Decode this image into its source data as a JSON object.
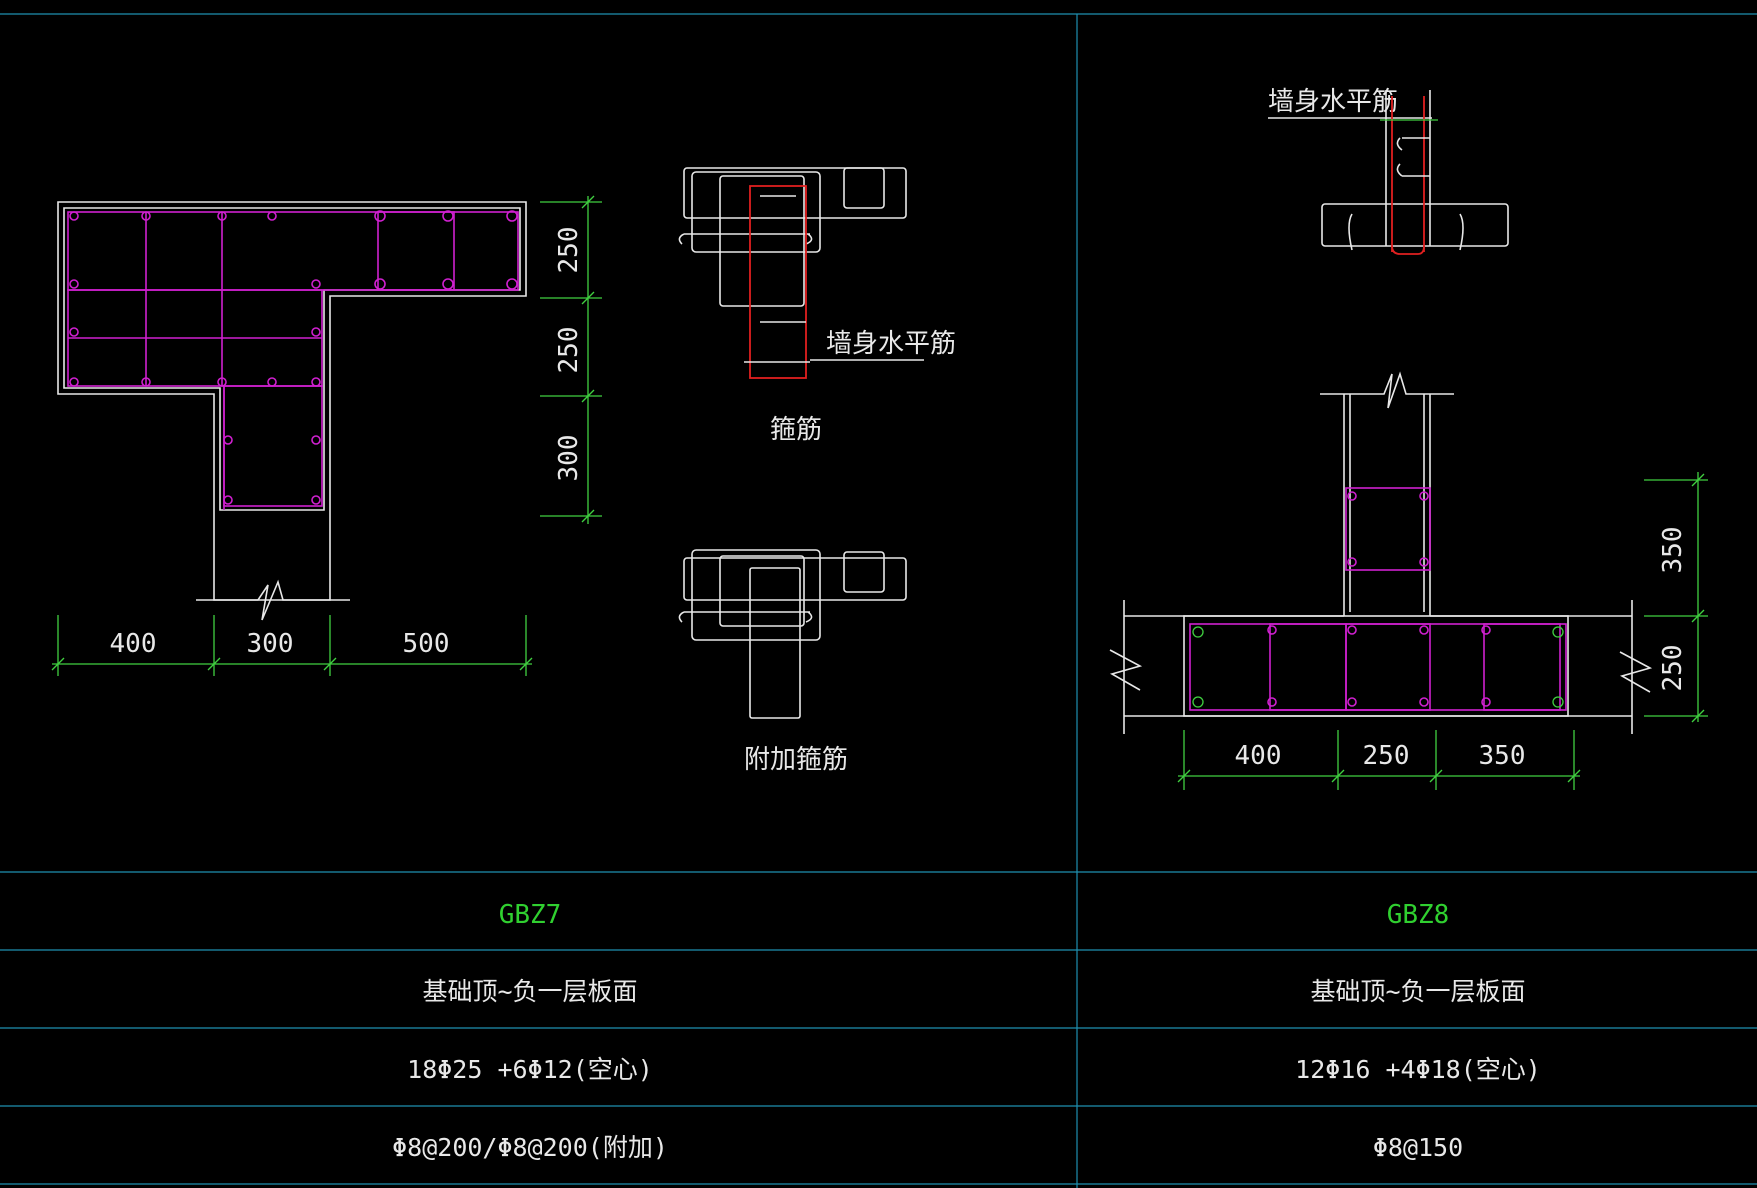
{
  "gbz7": {
    "name": "GBZ7",
    "elevation": "基础顶~负一层板面",
    "longitudinal": "18Φ25 +6Φ12(空心)",
    "stirrup": "Φ8@200/Φ8@200(附加)",
    "dims_h": [
      "400",
      "300",
      "500"
    ],
    "dims_v": [
      "250",
      "250",
      "300"
    ]
  },
  "gbz8": {
    "name": "GBZ8",
    "elevation": "基础顶~负一层板面",
    "longitudinal": "12Φ16 +4Φ18(空心)",
    "stirrup": "Φ8@150",
    "dims_h": [
      "400",
      "250",
      "350"
    ],
    "dims_v": [
      "350",
      "250"
    ]
  },
  "labels": {
    "wall_horizontal_rebar": "墙身水平筋",
    "stirrup": "箍筋",
    "additional_stirrup": "附加箍筋"
  },
  "colors": {
    "background": "#000000",
    "grid": "#1f8fb0",
    "outline": "#e8e8e8",
    "rebar": "#d020d0",
    "highlight": "#e02020",
    "dimension": "#40d040",
    "name_text": "#30d030"
  }
}
